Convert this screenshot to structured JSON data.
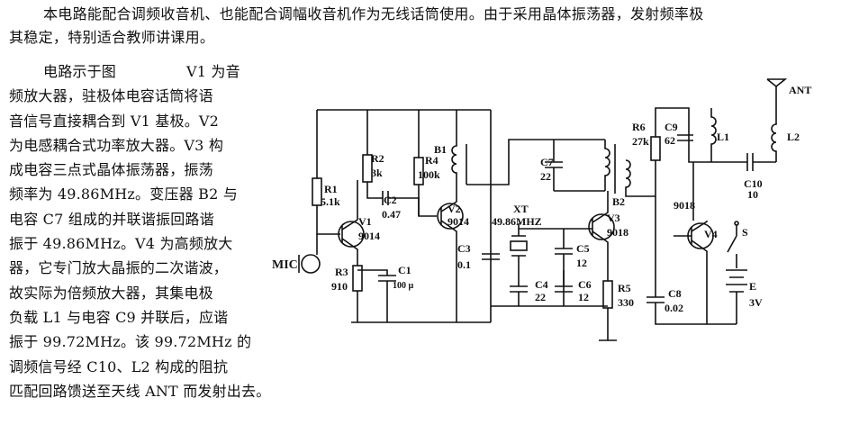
{
  "intro": {
    "line1": "本电路能配合调频收音机、也能配合调幅收音机作为无线话筒使用。由于采用晶体振荡器，发射频率极",
    "line2": "其稳定，特别适合教师讲课用。"
  },
  "body_lines": [
    {
      "a": "电路示于图",
      "b": "V1 为音"
    },
    {
      "a": "频放大器，驻极体电容话筒将语"
    },
    {
      "a": "音信号直接耦合到 V1 基极。V2"
    },
    {
      "a": "为电感耦合式功率放大器。V3 构"
    },
    {
      "a": "成电容三点式晶体振荡器，振荡"
    },
    {
      "a": "频率为 49.86MHz。变压器 B2 与"
    },
    {
      "a": "电容 C7 组成的并联谐振回路谐"
    },
    {
      "a": "振于 49.86MHz。V4 为高频放大"
    },
    {
      "a": "器，它专门放大晶振的二次谐波，"
    },
    {
      "a": "故实际为倍频放大器，其集电极"
    },
    {
      "a": "负载 L1 与电容 C9 并联后，应谐"
    },
    {
      "a": "振于 99.72MHz。该 99.72MHz 的"
    },
    {
      "a": "调频信号经 C10、L2 构成的阻抗"
    },
    {
      "a": "匹配回路馈送至天线 ANT 而发射出去。"
    }
  ],
  "schematic": {
    "ant": "ANT",
    "l2": "L2",
    "r6": "R6",
    "r6v": "27k",
    "c9": "C9",
    "c9v": "62",
    "l1": "L1",
    "c10": "C10",
    "c10v": "10",
    "b1": "B1",
    "r2": "R2",
    "r2v": "3k",
    "r4": "R4",
    "r4v": "100k",
    "c7": "C7",
    "c7v": "22",
    "r1": "R1",
    "r1v": "5.1k",
    "c2": "C2",
    "c2v": "0.47",
    "v1": "V1",
    "v1t": "9014",
    "v2": "V2",
    "v2t": "9014",
    "b2": "B2",
    "xt": "XT",
    "xtf": "49.86MHZ",
    "v3": "V3",
    "v3t": "9018",
    "v4t": "9018",
    "v4": "V4",
    "s": "S",
    "c3": "C3",
    "c3v": "0.1",
    "c5": "C5",
    "c5v": "12",
    "mic": "MIC",
    "r3": "R3",
    "r3v": "910",
    "c1": "C1",
    "c1v": "100 μ",
    "c4": "C4",
    "c4v": "22",
    "c6": "C6",
    "c6v": "12",
    "r5": "R5",
    "r5v": "330",
    "c8": "C8",
    "c8v": "0.02",
    "e": "E",
    "ev": "3V"
  }
}
